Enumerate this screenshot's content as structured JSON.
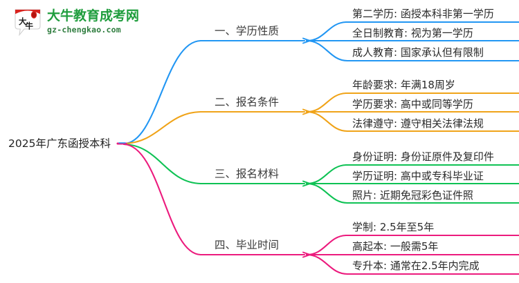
{
  "logo": {
    "mark_icon": "speech-bubble-daniu-logo",
    "mark_text": "大牛",
    "title": "大牛教育成考网",
    "subtitle": "gz-chengkao.com",
    "title_color": "#1f9d3d",
    "mark_accent_color": "#d9231f"
  },
  "mindmap": {
    "type": "mindmap",
    "root": {
      "label": "2025年广东函授本科"
    },
    "branches": [
      {
        "label": "一、学历性质",
        "color": "#2196f3",
        "leaves": [
          "第二学历: 函授本科非第一学历",
          "全日制教育: 视为第一学历",
          "成人教育: 国家承认但有限制"
        ]
      },
      {
        "label": "二、报名条件",
        "color": "#f0a318",
        "leaves": [
          "年龄要求: 年满18周岁",
          "学历要求: 高中或同等学历",
          "法律遵守: 遵守相关法律法规"
        ]
      },
      {
        "label": "三、报名材料",
        "color": "#0ec254",
        "leaves": [
          "身份证明: 身份证原件及复印件",
          "学历证明: 高中或专科毕业证",
          "照片: 近期免冠彩色证件照"
        ]
      },
      {
        "label": "四、毕业时间",
        "color": "#ec1a7d",
        "leaves": [
          "学制: 2.5年至5年",
          "高起本: 一般需5年",
          "专升本: 通常在2.5年内完成"
        ]
      }
    ]
  }
}
